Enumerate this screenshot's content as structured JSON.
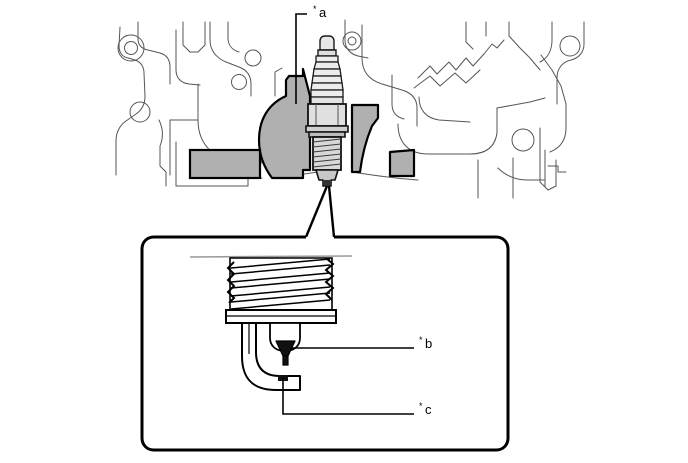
{
  "figure": {
    "title": "Spark plug installation location and electrode detail",
    "background_color": "#ffffff",
    "line_color": "#000000",
    "thin_line_color": "#5a5a5a",
    "shade_color": "#b0b0b0",
    "metal_color": "#e8e8e8"
  },
  "labels": {
    "a": {
      "star": "*",
      "letter": "a"
    },
    "b": {
      "star": "*",
      "letter": "b"
    },
    "c": {
      "star": "*",
      "letter": "c"
    }
  },
  "views": {
    "overview": {
      "name": "engine-head-cutaway-view",
      "shaded_regions": 4
    },
    "detail": {
      "name": "spark-plug-tip-detail-view",
      "shape": "rounded-rectangle"
    }
  }
}
